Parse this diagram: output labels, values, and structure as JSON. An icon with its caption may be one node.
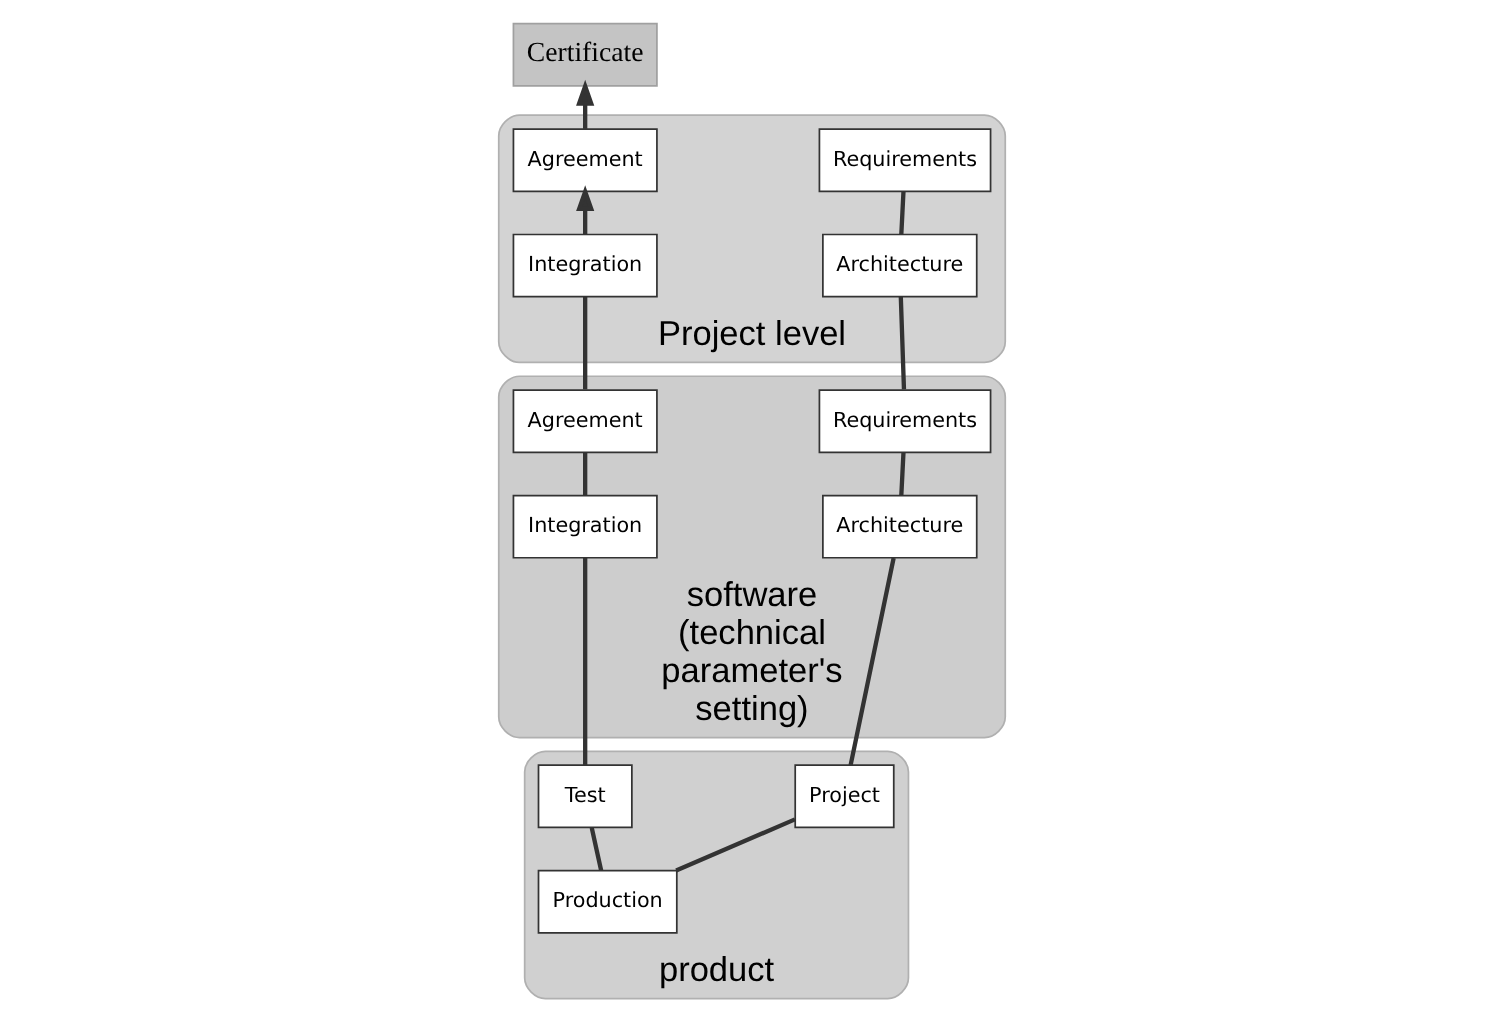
{
  "diagram": {
    "nodes": [
      {
        "text": [
          "Project level"
        ]
      },
      {
        "text": [
          "Requirements"
        ],
        "in": 0
      },
      {
        "text": [
          "Architecture"
        ],
        "in": 0
      },
      {
        "text": [
          "Integration"
        ],
        "in": 0
      },
      {
        "text": [
          "Agreement"
        ],
        "in": 0
      },
      {
        "text": [
          "software (technical parameter's setting)"
        ]
      },
      {
        "text": [
          "Requirements"
        ],
        "in": 5
      },
      {
        "text": [
          "Architecture"
        ],
        "in": 5
      },
      {
        "text": [
          "Agreement"
        ],
        "in": 5
      },
      {
        "text": [
          "Integration"
        ],
        "in": 5
      },
      {
        "text": [
          "product"
        ]
      },
      {
        "text": [
          "Project"
        ],
        "in": 10
      },
      {
        "text": [
          "Test"
        ],
        "in": 10
      },
      {
        "text": [
          "Production"
        ],
        "in": 10
      },
      {
        "text": [
          "Certificate"
        ]
      }
    ],
    "edges": [
      {
        "from": 1,
        "to": 2,
        "arrow": "none"
      },
      {
        "from": 2,
        "to": 6,
        "arrow": "none"
      },
      {
        "from": 6,
        "to": 7,
        "arrow": "none"
      },
      {
        "from": 7,
        "to": 11,
        "arrow": "none"
      },
      {
        "from": 11,
        "to": 13,
        "arrow": "none"
      },
      {
        "from": 13,
        "to": 12,
        "arrow": "none"
      },
      {
        "from": 12,
        "to": 9,
        "arrow": "none"
      },
      {
        "from": 9,
        "to": 8,
        "arrow": "none"
      },
      {
        "from": 8,
        "to": 3,
        "arrow": "none"
      },
      {
        "from": 3,
        "to": 4,
        "arrow": "to"
      },
      {
        "from": 4,
        "to": 14,
        "arrow": "to"
      }
    ]
  }
}
